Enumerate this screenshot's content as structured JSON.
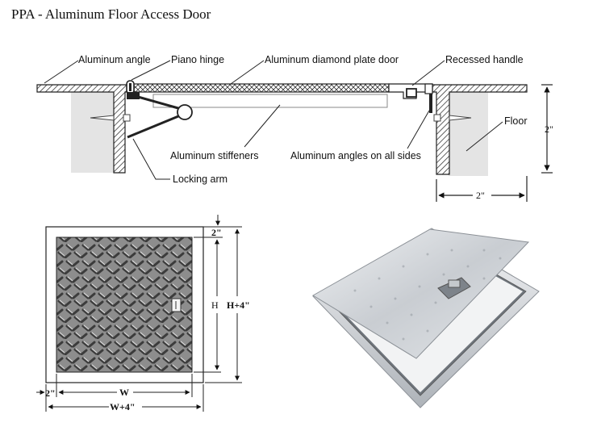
{
  "title": "PPA - Aluminum Floor Access Door",
  "callouts": {
    "aluminum_angle": "Aluminum angle",
    "piano_hinge": "Piano hinge",
    "diamond_plate_door": "Aluminum diamond plate door",
    "recessed_handle": "Recessed handle",
    "floor": "Floor",
    "stiffeners": "Aluminum stiffeners",
    "angles_all_sides": "Aluminum angles on all sides",
    "locking_arm": "Locking arm"
  },
  "section_dims": {
    "height": "2\"",
    "width": "2\""
  },
  "plan_dims": {
    "frame_top": "2\"",
    "frame_left": "2\"",
    "inner_height": "H",
    "outer_height": "H+4\"",
    "inner_width": "W",
    "outer_width": "W+4\""
  },
  "colors": {
    "section_hatch": "#222222",
    "floor_block": "#e4e4e4",
    "plate_gray": "#8f8f8f",
    "frame_silver": "#d8dbe0"
  }
}
